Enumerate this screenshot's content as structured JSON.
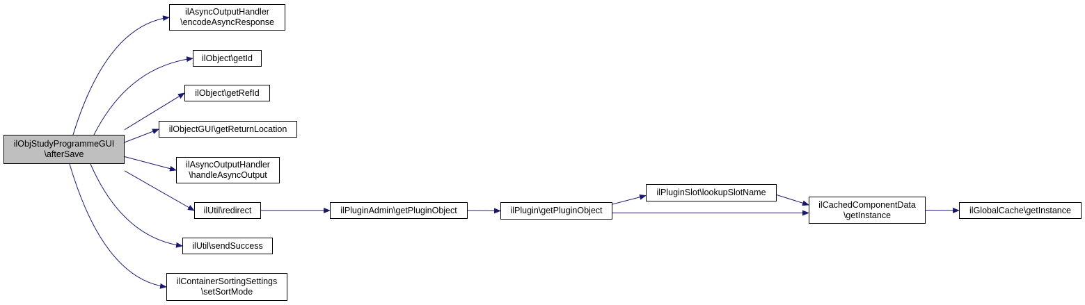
{
  "colors": {
    "edge": "#191970",
    "border": "#000000",
    "root_fill": "#bfbfbf",
    "node_fill": "#ffffff"
  },
  "nodes": {
    "root": {
      "line1": "ilObjStudyProgrammeGUI",
      "line2": "\\afterSave"
    },
    "encode": {
      "line1": "ilAsyncOutputHandler",
      "line2": "\\encodeAsyncResponse"
    },
    "getid": {
      "line1": "ilObject\\getId"
    },
    "getrefid": {
      "line1": "ilObject\\getRefId"
    },
    "returnloc": {
      "line1": "ilObjectGUI\\getReturnLocation"
    },
    "handleasync": {
      "line1": "ilAsyncOutputHandler",
      "line2": "\\handleAsyncOutput"
    },
    "redirect": {
      "line1": "ilUtil\\redirect"
    },
    "sendsuccess": {
      "line1": "ilUtil\\sendSuccess"
    },
    "sortmode": {
      "line1": "ilContainerSortingSettings",
      "line2": "\\setSortMode"
    },
    "pluginadmin": {
      "line1": "ilPluginAdmin\\getPluginObject"
    },
    "plugin": {
      "line1": "ilPlugin\\getPluginObject"
    },
    "pluginslot": {
      "line1": "ilPluginSlot\\lookupSlotName"
    },
    "cached": {
      "line1": "ilCachedComponentData",
      "line2": "\\getInstance"
    },
    "globalcache": {
      "line1": "ilGlobalCache\\getInstance"
    }
  },
  "edges": [
    [
      "root",
      "encode"
    ],
    [
      "root",
      "getid"
    ],
    [
      "root",
      "getrefid"
    ],
    [
      "root",
      "returnloc"
    ],
    [
      "root",
      "handleasync"
    ],
    [
      "root",
      "redirect"
    ],
    [
      "root",
      "sendsuccess"
    ],
    [
      "root",
      "sortmode"
    ],
    [
      "redirect",
      "pluginadmin"
    ],
    [
      "pluginadmin",
      "plugin"
    ],
    [
      "plugin",
      "pluginslot"
    ],
    [
      "plugin",
      "cached"
    ],
    [
      "pluginslot",
      "cached"
    ],
    [
      "cached",
      "globalcache"
    ]
  ]
}
